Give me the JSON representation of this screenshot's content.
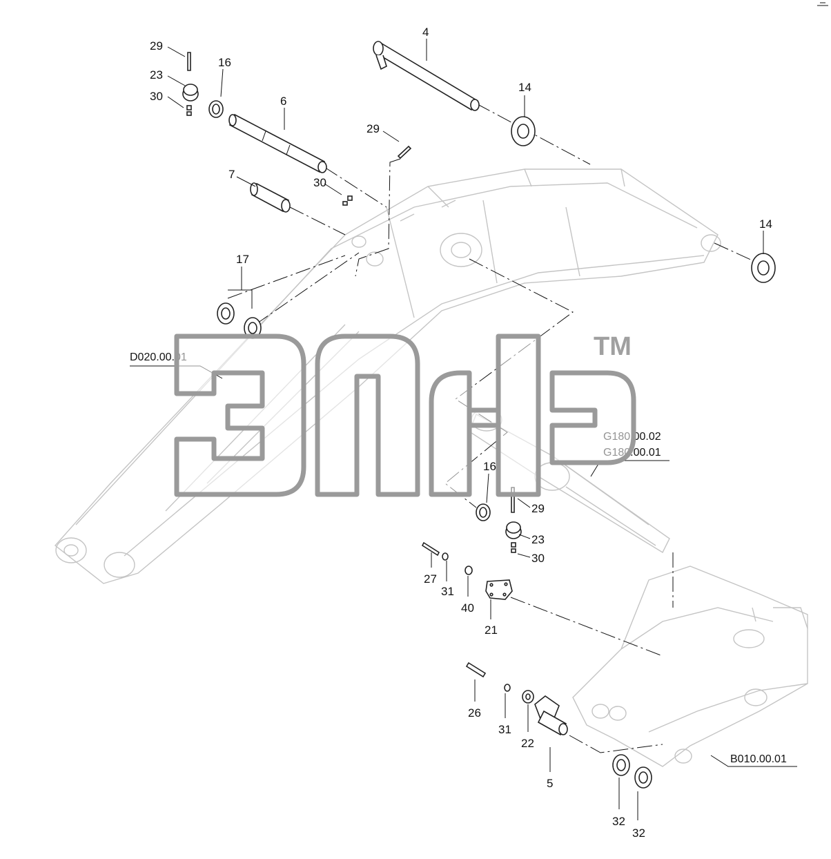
{
  "callouts": {
    "c4": "4",
    "c14a": "14",
    "c14b": "14",
    "c29a": "29",
    "c29b": "29",
    "c29c": "29",
    "c16a": "16",
    "c16b": "16",
    "c23a": "23",
    "c23b": "23",
    "c30a": "30",
    "c30b": "30",
    "c30c": "30",
    "c6": "6",
    "c7": "7",
    "c17": "17",
    "c27": "27",
    "c31a": "31",
    "c31b": "31",
    "c40": "40",
    "c21": "21",
    "c26": "26",
    "c22": "22",
    "c5": "5",
    "c32a": "32",
    "c32b": "32"
  },
  "references": {
    "boom": "D020.00.01",
    "cylinder_line1": "G180.00.02",
    "cylinder_line2": "G180.00.01",
    "frame": "B010.00.01"
  },
  "watermark": {
    "tm": "TM"
  },
  "colors": {
    "line": "#222222",
    "ghost": "#c4c4c4",
    "watermark": "#9a9a9a"
  }
}
